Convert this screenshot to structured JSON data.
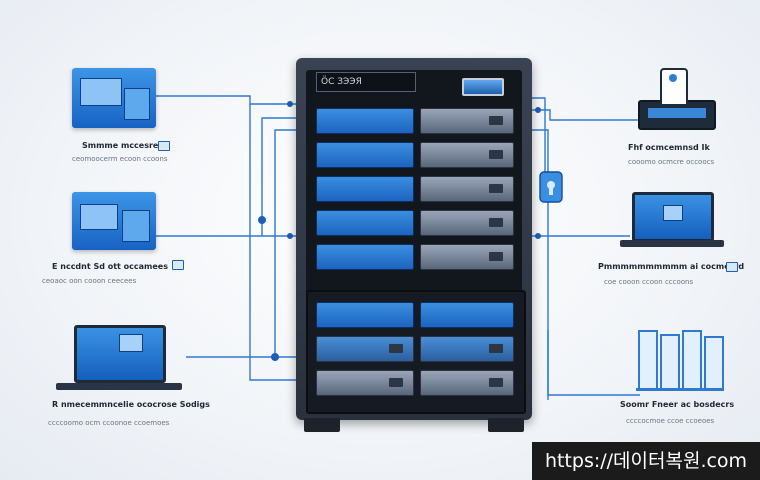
{
  "tower": {
    "label": "ÖC ЗЭЭЯ"
  },
  "captions": {
    "left1_title": "Smmme mccesrent",
    "left1_sub": "ceomoocerm ecoon ccoons",
    "left2_title": "E nccdnt Sd ott occamees",
    "left2_sub": "ceoaoc oon cooon ceecees",
    "left3_title": "R nmecemmncelie ococrose Sodigs",
    "left3_sub": "ccccoomo ocm ccoonoe ccoemoes",
    "right1_title": "Fhf ocmcemnsd Ik",
    "right1_sub": "cooomo ocmcre occoocs",
    "right2_title": "Pmmmmmmmmmm ai cocmcerd",
    "right2_sub": "coe cooon ccoon cccoons",
    "right3_title": "Soomr Fneer ac bosdecrs",
    "right3_sub": "ccccocmoe ccoe ccoeoes"
  },
  "watermark": "https://데이터복원.com",
  "colors": {
    "accent_blue": "#1f6fd1",
    "tower": "#2f3744",
    "background": "#f1f4f8"
  }
}
